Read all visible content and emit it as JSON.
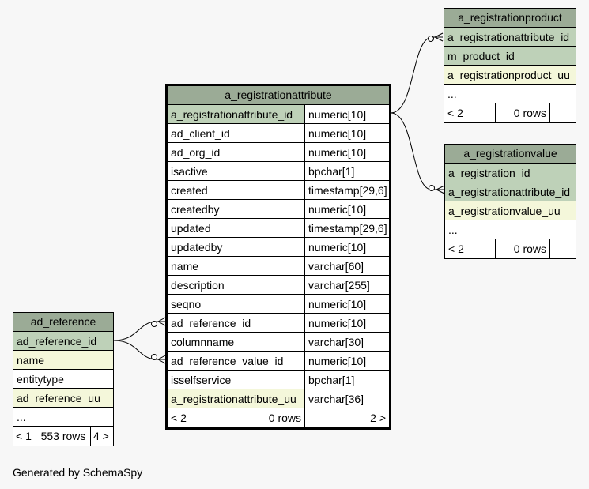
{
  "footer": "Generated by SchemaSpy",
  "tables": {
    "main": {
      "name": "a_registrationattribute",
      "columns": [
        {
          "name": "a_registrationattribute_id",
          "type": "numeric[10]"
        },
        {
          "name": "ad_client_id",
          "type": "numeric[10]"
        },
        {
          "name": "ad_org_id",
          "type": "numeric[10]"
        },
        {
          "name": "isactive",
          "type": "bpchar[1]"
        },
        {
          "name": "created",
          "type": "timestamp[29,6]"
        },
        {
          "name": "createdby",
          "type": "numeric[10]"
        },
        {
          "name": "updated",
          "type": "timestamp[29,6]"
        },
        {
          "name": "updatedby",
          "type": "numeric[10]"
        },
        {
          "name": "name",
          "type": "varchar[60]"
        },
        {
          "name": "description",
          "type": "varchar[255]"
        },
        {
          "name": "seqno",
          "type": "numeric[10]"
        },
        {
          "name": "ad_reference_id",
          "type": "numeric[10]"
        },
        {
          "name": "columnname",
          "type": "varchar[30]"
        },
        {
          "name": "ad_reference_value_id",
          "type": "numeric[10]"
        },
        {
          "name": "isselfservice",
          "type": "bpchar[1]"
        },
        {
          "name": "a_registrationattribute_uu",
          "type": "varchar[36]"
        }
      ],
      "footer": {
        "parents": "< 2",
        "rows": "0 rows",
        "children": "2 >"
      }
    },
    "product": {
      "name": "a_registrationproduct",
      "columns": [
        "a_registrationattribute_id",
        "m_product_id",
        "a_registrationproduct_uu",
        "..."
      ],
      "footer": {
        "parents": "< 2",
        "rows": "0 rows",
        "children": ""
      }
    },
    "value": {
      "name": "a_registrationvalue",
      "columns": [
        "a_registration_id",
        "a_registrationattribute_id",
        "a_registrationvalue_uu",
        "..."
      ],
      "footer": {
        "parents": "< 2",
        "rows": "0 rows",
        "children": ""
      }
    },
    "reference": {
      "name": "ad_reference",
      "columns": [
        "ad_reference_id",
        "name",
        "entitytype",
        "ad_reference_uu",
        "..."
      ],
      "footer": {
        "parents": "< 1",
        "rows": "553 rows",
        "children": "4 >"
      }
    }
  },
  "colors": {
    "header": "#9bab96",
    "key": "#bed1b8",
    "indexed": "#f4f7da",
    "background": "#f7f7f7"
  }
}
